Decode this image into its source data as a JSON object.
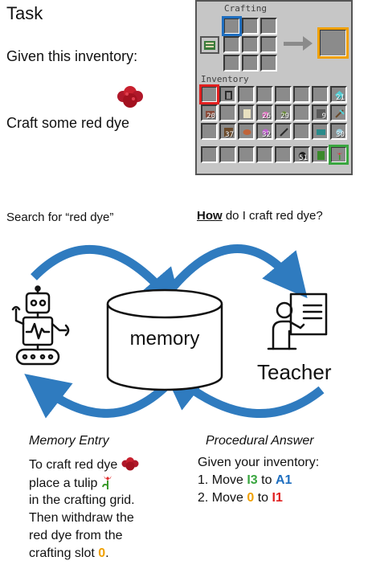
{
  "task": {
    "title": "Task",
    "given": "Given this inventory:",
    "craft": "Craft some red dye"
  },
  "minecraft": {
    "crafting_label": "Crafting",
    "inventory_label": "Inventory",
    "counts": {
      "s20": "20",
      "s26": "26",
      "s29": "29",
      "s37": "37",
      "s32": "32",
      "s21": "21",
      "s9": "9",
      "s30": "30",
      "s51": "51"
    }
  },
  "queries": {
    "search": "Search for “red dye”",
    "how_bold": "How",
    "how_rest": " do I craft red dye?"
  },
  "diagram": {
    "memory_label": "memory",
    "teacher_label": "Teacher",
    "arrow_color": "#2f7bbf"
  },
  "memory_entry": {
    "heading": "Memory Entry",
    "line1": "To craft red dye",
    "line2": "place a tulip",
    "line3": "in the crafting grid.",
    "line4": "Then withdraw the",
    "line5": "red dye from the",
    "line6_pre": "crafting slot ",
    "line6_slot": "0",
    "line6_post": "."
  },
  "procedural_answer": {
    "heading": "Procedural Answer",
    "line1": "Given your inventory:",
    "step1_pre": "1. Move ",
    "step1_from": "I3",
    "step1_mid": " to ",
    "step1_to": "A1",
    "step2_pre": "2. Move ",
    "step2_from": "0",
    "step2_mid": " to ",
    "step2_to": "I1"
  },
  "colors": {
    "blue": "#1f6fc0",
    "orange": "#f0a000",
    "red": "#e02020",
    "green": "#3aa640"
  }
}
